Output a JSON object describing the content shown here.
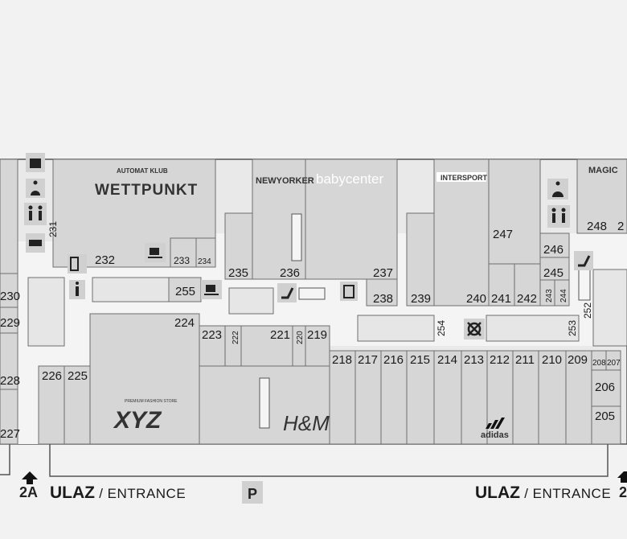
{
  "brands": {
    "wettpunkt_top": "AUTOMAT KLUB",
    "wettpunkt": "WETTPUNKT",
    "newyorker": "NEWYORKER",
    "babycenter": "babycenter",
    "intersport": "INTERSPORT",
    "magic": "MAGIC",
    "xyz": "XYZ",
    "xyz_sub": "PREMIUM FASHION STORE",
    "hm": "H&M",
    "adidas": "adidas"
  },
  "units": {
    "u231": "231",
    "u232": "232",
    "u233": "233",
    "u234": "234",
    "u235": "235",
    "u236": "236",
    "u237": "237",
    "u238": "238",
    "u239": "239",
    "u240": "240",
    "u241": "241",
    "u242": "242",
    "u243": "243",
    "u244": "244",
    "u245": "245",
    "u246": "246",
    "u247": "247",
    "u248": "248",
    "u252": "252",
    "u253": "253",
    "u254": "254",
    "u255": "255",
    "u225": "225",
    "u226": "226",
    "u227": "227",
    "u228": "228",
    "u229": "229",
    "u230": "230",
    "u224": "224",
    "u223": "223",
    "u222": "222",
    "u221": "221",
    "u220": "220",
    "u219": "219",
    "u218": "218",
    "u217": "217",
    "u216": "216",
    "u215": "215",
    "u214": "214",
    "u213": "213",
    "u212": "212",
    "u211": "211",
    "u210": "210",
    "u209": "209",
    "u208": "208",
    "u207": "207",
    "u206": "206",
    "u205": "205",
    "u2": "2"
  },
  "footer": {
    "gate_left": "2A",
    "gate_right": "2",
    "entrance_left_bold": "ULAZ",
    "entrance_left_sub": " / ENTRANCE",
    "entrance_right_bold": "ULAZ",
    "entrance_right_sub": " / ENTRANCE",
    "parking": "P"
  },
  "icons": [
    "atm-icon",
    "disabled-toilet-icon",
    "toilets-icon",
    "baby-change-icon",
    "charging-icon",
    "info-icon",
    "coffee-icon",
    "escalator-icon",
    "elevator-icon",
    "no-access-icon"
  ]
}
